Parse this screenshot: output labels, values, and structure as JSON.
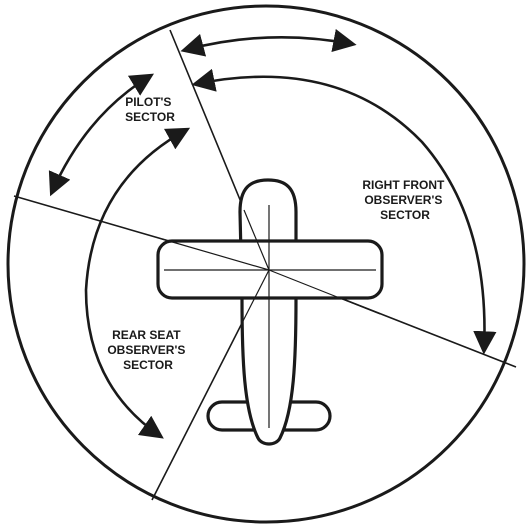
{
  "labels": {
    "pilot": [
      "PILOT'S",
      "SECTOR"
    ],
    "right_front": [
      "RIGHT FRONT",
      "OBSERVER'S",
      "SECTOR"
    ],
    "rear_seat": [
      "REAR SEAT",
      "OBSERVER'S",
      "SECTOR"
    ]
  },
  "colors": {
    "ink": "#1a1a1a",
    "background": "#ffffff"
  }
}
